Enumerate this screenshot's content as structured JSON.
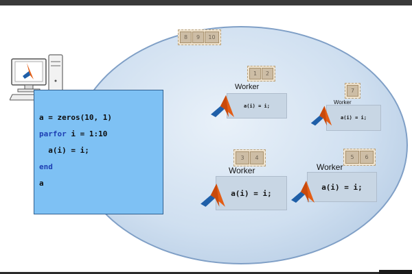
{
  "client": {
    "code_lines": [
      {
        "parts": [
          {
            "text": "a = zeros(10, 1)",
            "kw": false
          }
        ]
      },
      {
        "parts": [
          {
            "text": "parfor",
            "kw": true
          },
          {
            "text": " i = 1:10",
            "kw": false
          }
        ]
      },
      {
        "parts": [
          {
            "text": "  a(i) = i;",
            "kw": false
          }
        ]
      },
      {
        "parts": [
          {
            "text": "end",
            "kw": true
          }
        ]
      },
      {
        "parts": [
          {
            "text": "a",
            "kw": false
          }
        ]
      }
    ]
  },
  "pending_tasks": [
    "8",
    "9",
    "10"
  ],
  "workers": [
    {
      "label": "Worker",
      "tasks": [
        "1",
        "2"
      ],
      "code": "a(i) = i;"
    },
    {
      "label": "Worker",
      "tasks": [
        "7"
      ],
      "code": "a(i) = i;"
    },
    {
      "label": "Worker",
      "tasks": [
        "3",
        "4"
      ],
      "code": "a(i) = i;"
    },
    {
      "label": "Worker",
      "tasks": [
        "5",
        "6"
      ],
      "code": "a(i) = i;"
    }
  ],
  "colors": {
    "cluster": "#cfdff0",
    "client_code_bg": "#7ec1f4",
    "keyword": "#1d3fb3",
    "worker_code_bg": "#c8d6e4",
    "task_box": "#cdbda5"
  },
  "icons": {
    "client": "computer-icon",
    "worker": "matlab-logo-icon"
  }
}
